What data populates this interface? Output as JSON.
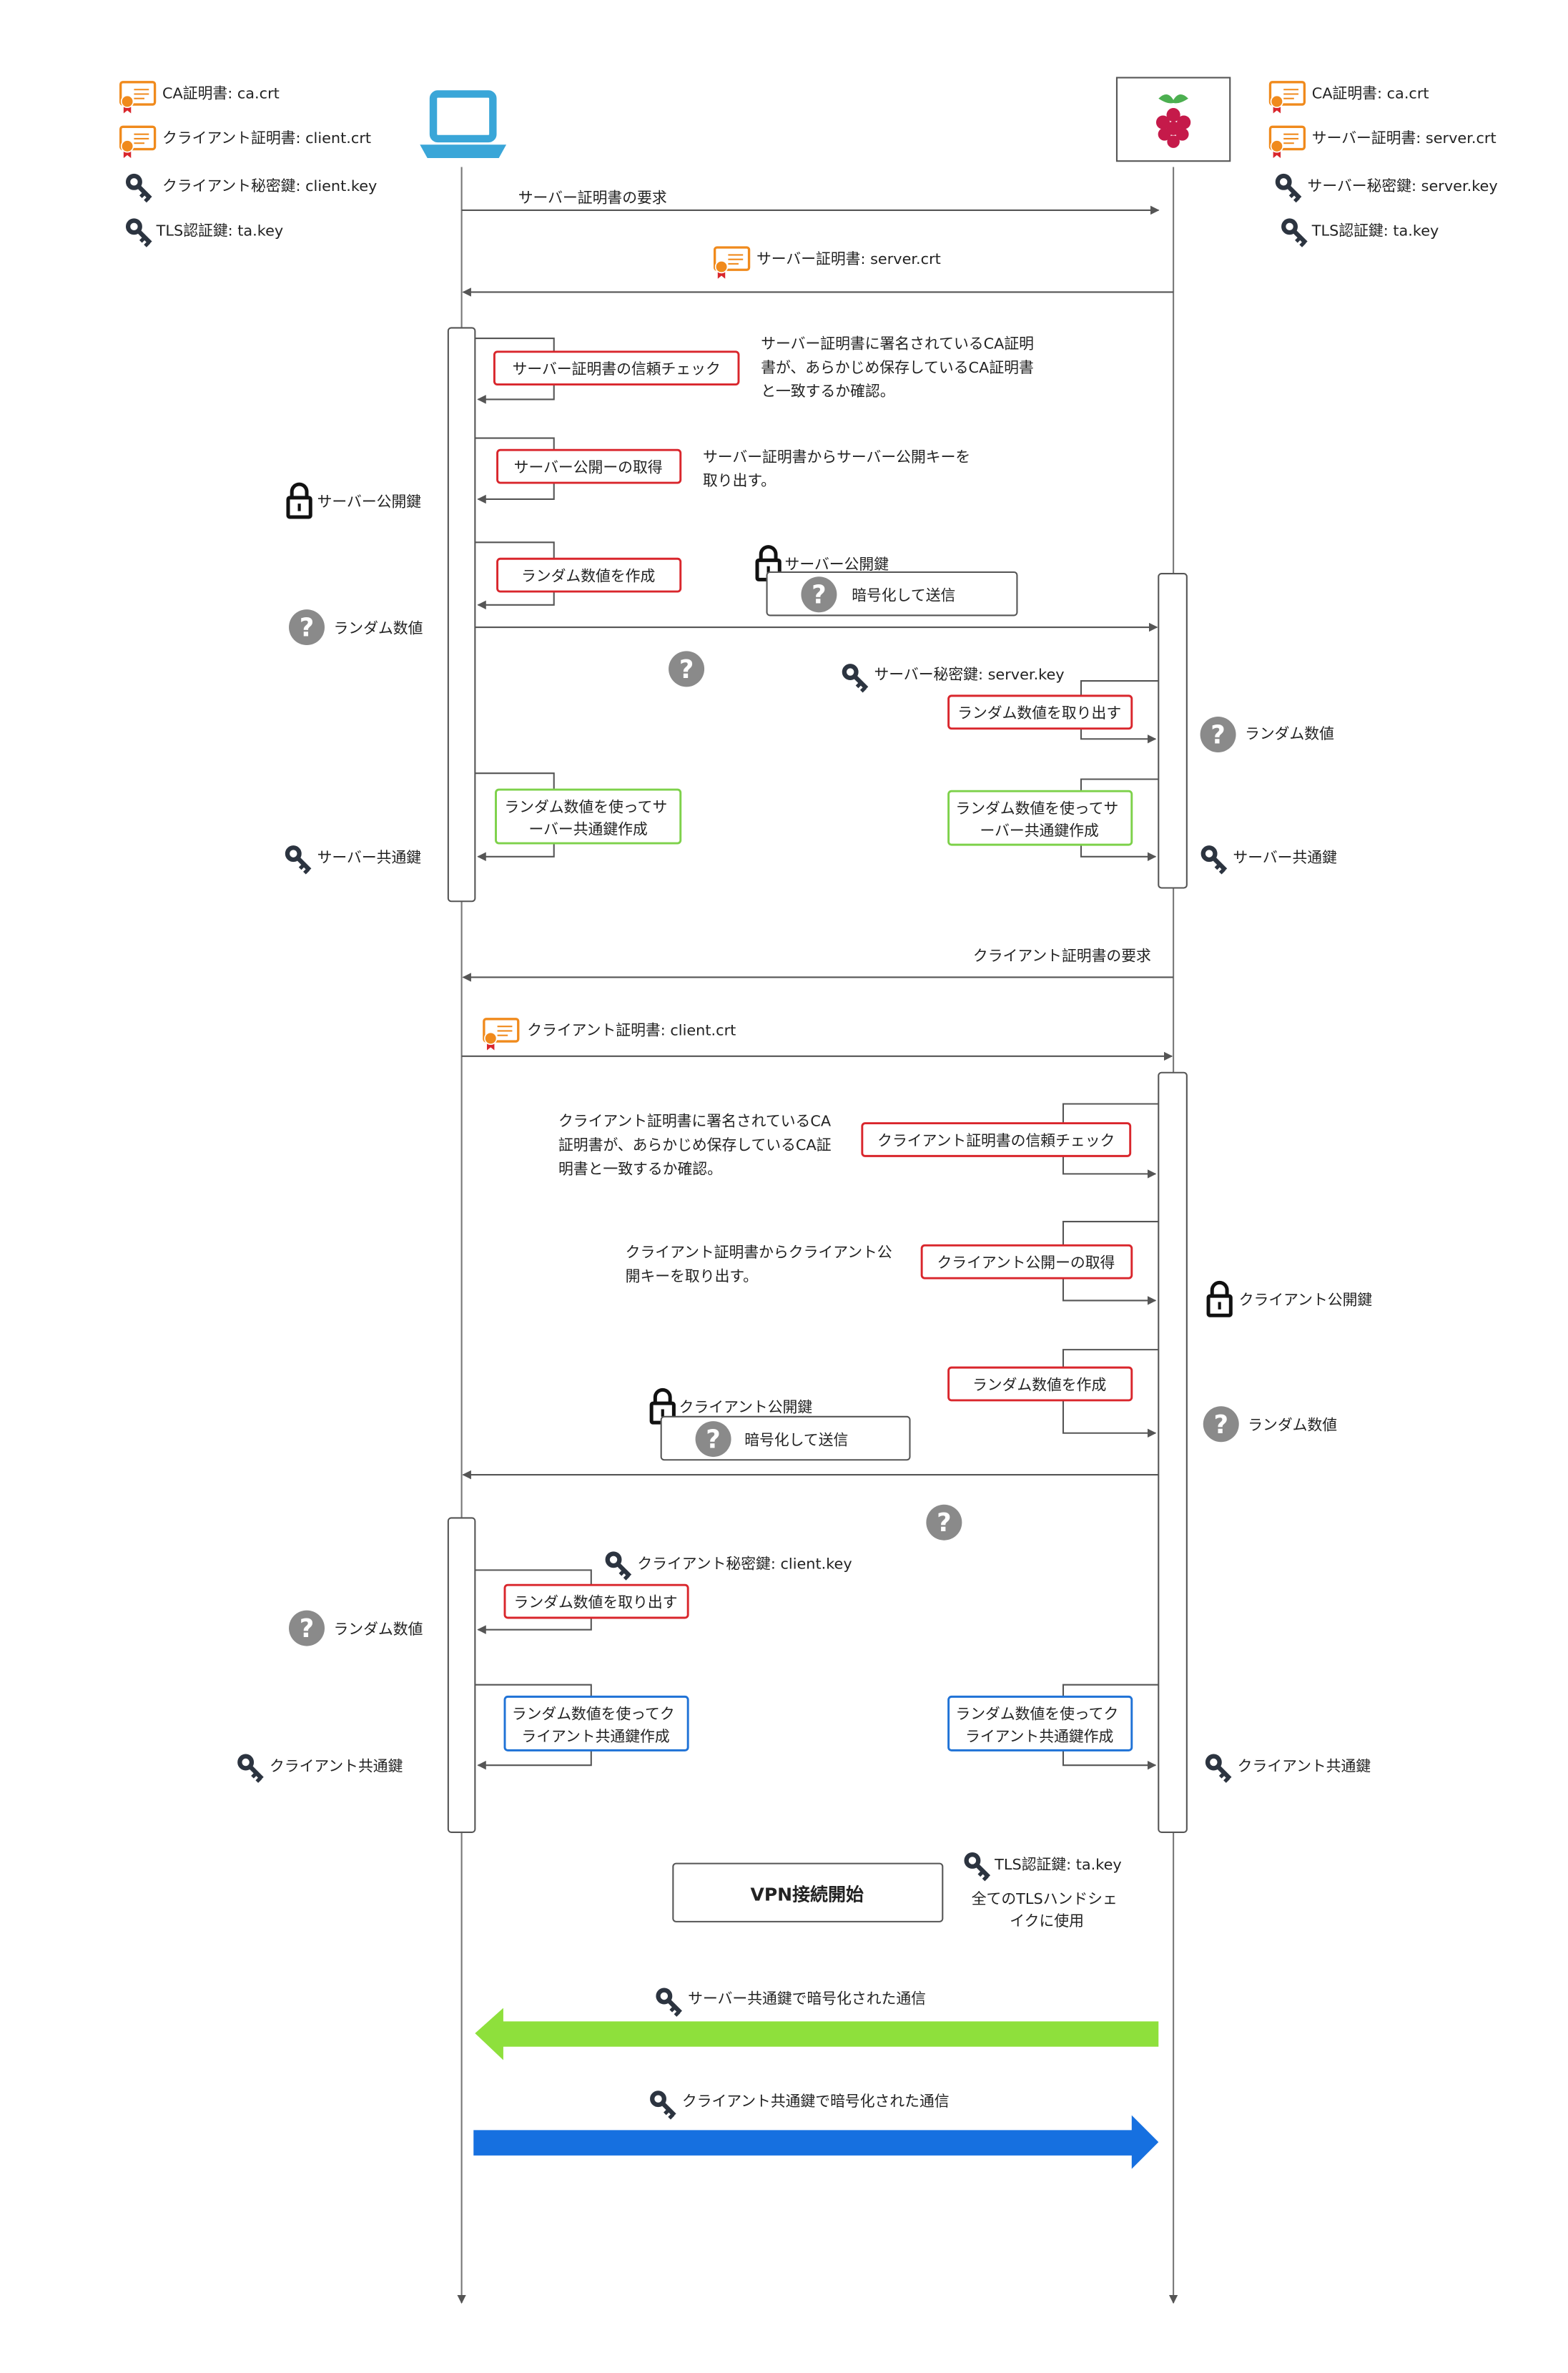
{
  "client_resources": [
    "CA証明書: ca.crt",
    "クライアント証明書: client.crt",
    "クライアント秘密鍵: client.key",
    "TLS認証鍵: ta.key"
  ],
  "server_resources": [
    "CA証明書: ca.crt",
    "サーバー証明書: server.crt",
    "サーバー秘密鍵: server.key",
    "TLS認証鍵: ta.key"
  ],
  "messages": {
    "server_cert_request": "サーバー証明書の要求",
    "server_cert": "サーバー証明書: server.crt",
    "client_cert_request": "クライアント証明書の要求",
    "client_cert": "クライアント証明書: client.crt"
  },
  "client_phase1": {
    "trust_check": "サーバー証明書の信頼チェック",
    "trust_note": [
      "サーバー証明書に署名されているCA証明",
      "書が、あらかじめ保存しているCA証明書",
      "と一致するか確認。"
    ],
    "get_pubkey": "サーバー公開ーの取得",
    "pubkey_note": [
      "サーバー証明書からサーバー公開キーを",
      "取り出す。"
    ],
    "pubkey_label": "サーバー公開鍵",
    "make_random": "ランダム数値を作成",
    "random_label": "ランダム数値",
    "make_shared": [
      "ランダム数値を使ってサ",
      "ーバー共通鍵作成"
    ],
    "shared_label": "サーバー共通鍵"
  },
  "encrypted_send_1": {
    "key": "サーバー公開鍵",
    "label": "暗号化して送信"
  },
  "server_phase1": {
    "privkey_label": "サーバー秘密鍵: server.key",
    "extract": "ランダム数値を取り出す",
    "random_label": "ランダム数値",
    "make_shared": [
      "ランダム数値を使ってサ",
      "ーバー共通鍵作成"
    ],
    "shared_label": "サーバー共通鍵"
  },
  "server_phase2": {
    "trust_check": "クライアント証明書の信頼チェック",
    "trust_note": [
      "クライアント証明書に署名されているCA",
      "証明書が、あらかじめ保存しているCA証",
      "明書と一致するか確認。"
    ],
    "get_pubkey": "クライアント公開ーの取得",
    "pubkey_note": [
      "クライアント証明書からクライアント公",
      "開キーを取り出す。"
    ],
    "pubkey_label": "クライアント公開鍵",
    "make_random": "ランダム数値を作成",
    "random_label": "ランダム数値",
    "make_shared": [
      "ランダム数値を使ってク",
      "ライアント共通鍵作成"
    ],
    "shared_label": "クライアント共通鍵"
  },
  "encrypted_send_2": {
    "key": "クライアント公開鍵",
    "label": "暗号化して送信"
  },
  "client_phase2": {
    "privkey_label": "クライアント秘密鍵: client.key",
    "extract": "ランダム数値を取り出す",
    "random_label": "ランダム数値",
    "make_shared": [
      "ランダム数値を使ってク",
      "ライアント共通鍵作成"
    ],
    "shared_label": "クライアント共通鍵"
  },
  "vpn": {
    "start": "VPN接続開始",
    "tls_key": "TLS認証鍵: ta.key",
    "tls_note": [
      "全てのTLSハンドシェ",
      "イクに使用"
    ]
  },
  "traffic": {
    "server_to_client": "サーバー共通鍵で暗号化された通信",
    "client_to_server": "クライアント共通鍵で暗号化された通信"
  },
  "colors": {
    "red_box": "#d9262c",
    "green_box": "#7dd14a",
    "blue_box": "#1f72d6",
    "green_arrow": "#8ee03c",
    "blue_arrow": "#1670e0",
    "laptop": "#3aa6d8",
    "cert": "#f08a1c",
    "key": "#2c3440",
    "question": "#8a8a8a",
    "line": "#555555"
  },
  "icons": [
    "laptop-icon",
    "raspberry-pi-icon",
    "certificate-icon",
    "key-icon",
    "padlock-icon",
    "question-icon"
  ]
}
